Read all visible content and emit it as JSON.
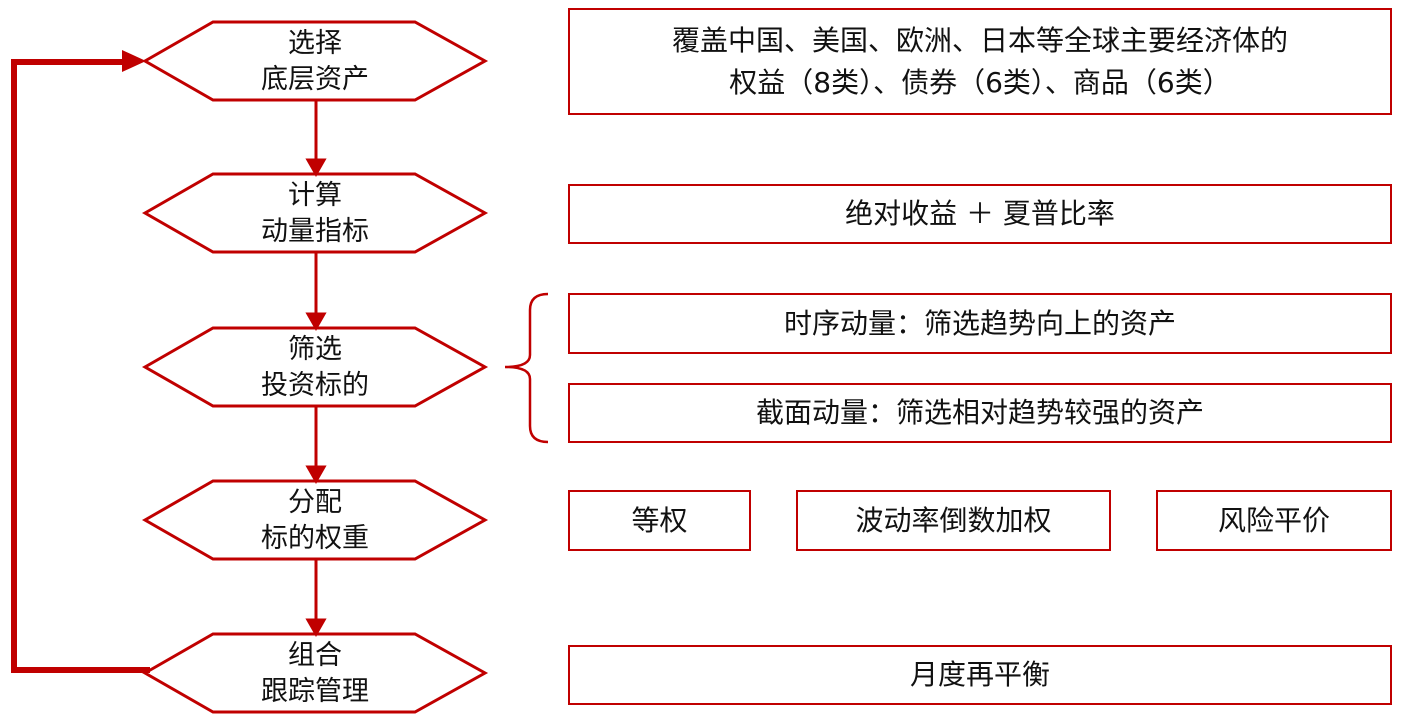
{
  "colors": {
    "accent": "#C00000",
    "text": "#111111"
  },
  "steps": [
    {
      "line1": "选择",
      "line2": "底层资产"
    },
    {
      "line1": "计算",
      "line2": "动量指标"
    },
    {
      "line1": "筛选",
      "line2": "投资标的"
    },
    {
      "line1": "分配",
      "line2": "标的权重"
    },
    {
      "line1": "组合",
      "line2": "跟踪管理"
    }
  ],
  "details": {
    "assets_line1": "覆盖中国、美国、欧洲、日本等全球主要经济体的",
    "assets_line2": "权益（8类）、债券（6类）、商品（6类）",
    "momentum": "绝对收益 ＋ 夏普比率",
    "time_series": "时序动量：筛选趋势向上的资产",
    "cross_section": "截面动量：筛选相对趋势较强的资产",
    "weight_equal": "等权",
    "weight_inverse_vol": "波动率倒数加权",
    "weight_risk_parity": "风险平价",
    "rebalance": "月度再平衡"
  }
}
